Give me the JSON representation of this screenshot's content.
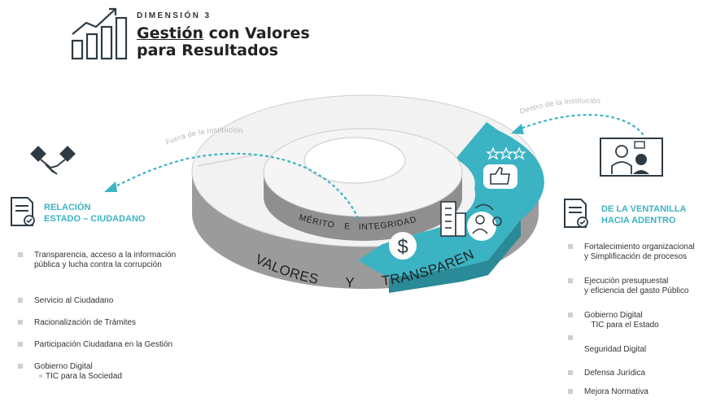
{
  "header": {
    "dimension_label": "DIMENSIÓN 3",
    "title_word_underlined": "Gestión",
    "title_rest_line1": " con Valores",
    "title_line2": "para Resultados"
  },
  "diagram": {
    "outer_ring_label_valores": "VALORES",
    "outer_ring_label_y": "Y",
    "outer_ring_label_transparencia": "TRANSPARENCIA",
    "inner_ring_label_merito": "MÉRITO",
    "inner_ring_label_e": "E",
    "inner_ring_label_integridad": "INTEGRIDAD",
    "arc_label_outside": "Fuera de la Institución",
    "arc_label_inside": "Dentro de la Institución"
  },
  "left_section": {
    "title_line1": "RELACIÓN",
    "title_line2": "ESTADO – CIUDADANO",
    "items": [
      {
        "text": "Transparencia, acceso a la información pública y lucha contra la corrupción"
      },
      {
        "text": "Servicio al Ciudadano"
      },
      {
        "text": "Racionalización de Trámites"
      },
      {
        "text": "Participación Ciudadana en la Gestión"
      },
      {
        "text": "Gobierno Digital",
        "sub": "TIC para la Sociedad"
      }
    ]
  },
  "right_section": {
    "title_line1": "DE LA VENTANILLA",
    "title_line2": "HACIA ADENTRO",
    "items": [
      {
        "line1": "Fortalecimiento organizacional",
        "line2": "y Simplificación de procesos"
      },
      {
        "line1": "Ejecución presupuestal",
        "line2": "y eficiencia del gasto Público"
      },
      {
        "line1": "Gobierno Digital",
        "line2": "TIC para el Estado"
      },
      {
        "line1": "Seguridad Digital"
      },
      {
        "line1": "Defensa Jurídica"
      },
      {
        "line1": "Mejora Normativa"
      }
    ]
  },
  "colors": {
    "accent": "#3bb3c3",
    "ring_side": "#9a9a9a",
    "ring_top": "#efefef",
    "text": "#333333"
  }
}
